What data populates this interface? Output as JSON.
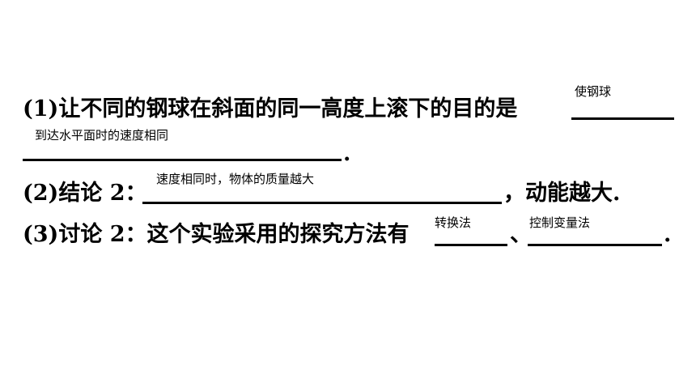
{
  "q1": {
    "text": "(1)让不同的钢球在斜面的同一高度上滚下的目的是",
    "answer_part1": "使钢球",
    "answer_part2": "到达水平面时的速度相同",
    "end_mark": "."
  },
  "q2": {
    "text": "(2)结论 2：",
    "answer": "速度相同时，物体的质量越大",
    "tail": "，动能越大."
  },
  "q3": {
    "text": "(3)讨论 2：这个实验采用的探究方法有",
    "answer1": "转换法",
    "separator": "、",
    "answer2": "控制变量法",
    "end_mark": "."
  }
}
